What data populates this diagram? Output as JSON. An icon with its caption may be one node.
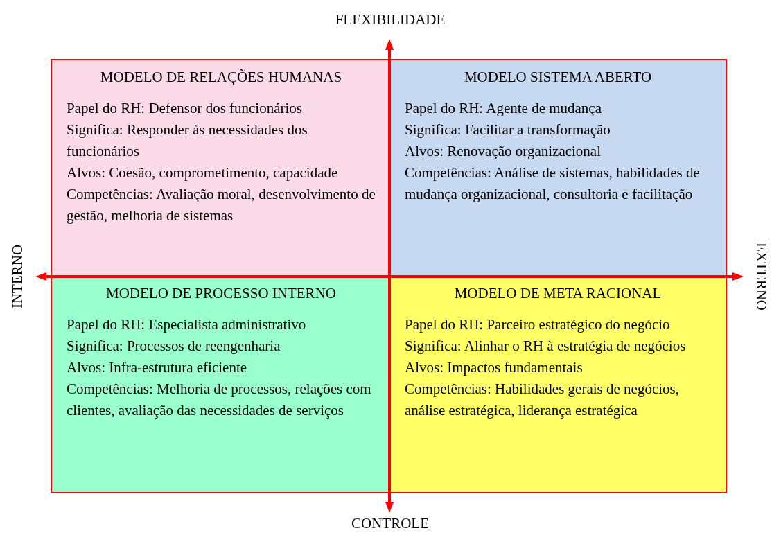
{
  "diagram": {
    "nodes": [
      {
        "text": [
          "MODELO DE RELAÇÕES HUMANAS",
          "Papel do RH: Defensor dos funcionários",
          "Significa: Responder às necessidades dos funcionários",
          "Alvos: Coesão, comprometimento, capacidade",
          "Competências: Avaliação moral, desenvolvimento de gestão, melhoria de sistemas"
        ]
      },
      {
        "text": [
          "MODELO SISTEMA ABERTO",
          "Papel do RH: Agente de mudança",
          "Significa: Facilitar a transformação",
          "Alvos: Renovação organizacional",
          "Competências: Análise de sistemas, habilidades de mudança organizacional, consultoria e facilitação"
        ]
      },
      {
        "text": [
          "MODELO DE PROCESSO INTERNO",
          "Papel do RH: Especialista administrativo",
          "Significa: Processos de reengenharia",
          "Alvos: Infra-estrutura eficiente",
          "Competências: Melhoria de processos, relações com clientes, avaliação das necessidades de serviços"
        ]
      },
      {
        "text": [
          "MODELO DE META RACIONAL",
          "Papel do RH: Parceiro estratégico do negócio",
          "Significa: Alinhar o RH à estratégia de negócios",
          "Alvos: Impactos fundamentais",
          "Competências: Habilidades gerais de negócios, análise estratégica, liderança estratégica"
        ]
      }
    ],
    "labels": [
      "FLEXIBILIDADE",
      "INTERNO",
      "EXTERNO",
      "CONTROLE"
    ]
  }
}
